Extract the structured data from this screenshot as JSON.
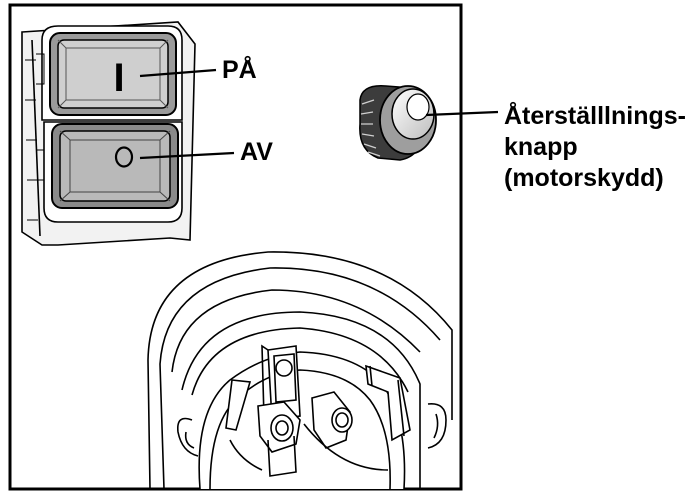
{
  "labels": {
    "on": "PÅ",
    "off": "AV",
    "reset_line1": "Återställlnings-",
    "reset_line2": "knapp",
    "reset_line3": "(motorskydd)"
  },
  "switch_symbols": {
    "on": "I",
    "off": "O"
  },
  "colors": {
    "line": "#000000",
    "button_face": "#c8c8c8",
    "button_dark": "#8c8c8c",
    "panel_bg": "#ffffff"
  }
}
